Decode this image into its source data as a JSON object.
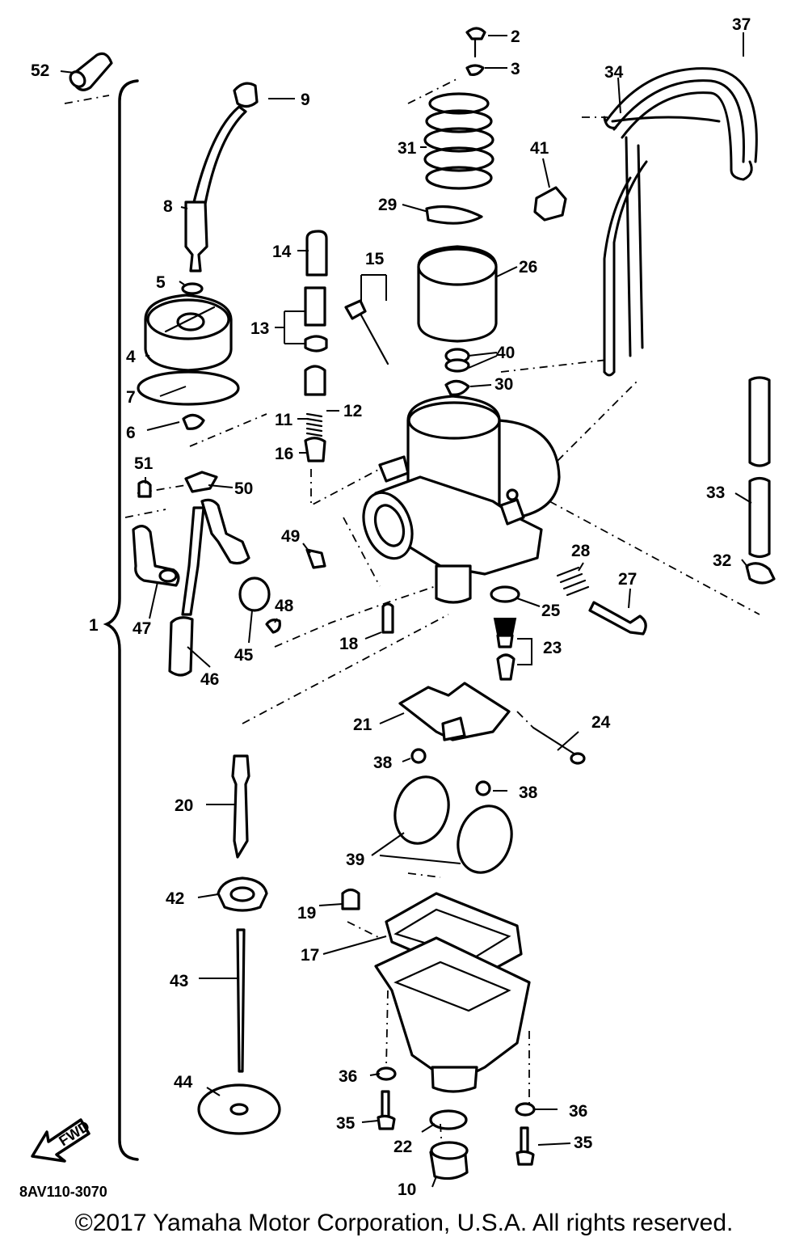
{
  "callouts": [
    {
      "id": "c1",
      "label": "1"
    },
    {
      "id": "c2",
      "label": "2"
    },
    {
      "id": "c3",
      "label": "3"
    },
    {
      "id": "c4",
      "label": "4"
    },
    {
      "id": "c5",
      "label": "5"
    },
    {
      "id": "c6",
      "label": "6"
    },
    {
      "id": "c7",
      "label": "7"
    },
    {
      "id": "c8",
      "label": "8"
    },
    {
      "id": "c9",
      "label": "9"
    },
    {
      "id": "c10",
      "label": "10"
    },
    {
      "id": "c11",
      "label": "11"
    },
    {
      "id": "c12",
      "label": "12"
    },
    {
      "id": "c13",
      "label": "13"
    },
    {
      "id": "c14",
      "label": "14"
    },
    {
      "id": "c15",
      "label": "15"
    },
    {
      "id": "c16",
      "label": "16"
    },
    {
      "id": "c17",
      "label": "17"
    },
    {
      "id": "c18",
      "label": "18"
    },
    {
      "id": "c19",
      "label": "19"
    },
    {
      "id": "c20",
      "label": "20"
    },
    {
      "id": "c21",
      "label": "21"
    },
    {
      "id": "c22",
      "label": "22"
    },
    {
      "id": "c23",
      "label": "23"
    },
    {
      "id": "c24",
      "label": "24"
    },
    {
      "id": "c25",
      "label": "25"
    },
    {
      "id": "c26",
      "label": "26"
    },
    {
      "id": "c27",
      "label": "27"
    },
    {
      "id": "c28",
      "label": "28"
    },
    {
      "id": "c29",
      "label": "29"
    },
    {
      "id": "c30",
      "label": "30"
    },
    {
      "id": "c31",
      "label": "31"
    },
    {
      "id": "c32",
      "label": "32"
    },
    {
      "id": "c33",
      "label": "33"
    },
    {
      "id": "c34",
      "label": "34"
    },
    {
      "id": "c35a",
      "label": "35"
    },
    {
      "id": "c35b",
      "label": "35"
    },
    {
      "id": "c36a",
      "label": "36"
    },
    {
      "id": "c36b",
      "label": "36"
    },
    {
      "id": "c37",
      "label": "37"
    },
    {
      "id": "c38a",
      "label": "38"
    },
    {
      "id": "c38b",
      "label": "38"
    },
    {
      "id": "c39",
      "label": "39"
    },
    {
      "id": "c40",
      "label": "40"
    },
    {
      "id": "c41",
      "label": "41"
    },
    {
      "id": "c42",
      "label": "42"
    },
    {
      "id": "c43",
      "label": "43"
    },
    {
      "id": "c44",
      "label": "44"
    },
    {
      "id": "c45",
      "label": "45"
    },
    {
      "id": "c46",
      "label": "46"
    },
    {
      "id": "c47",
      "label": "47"
    },
    {
      "id": "c48",
      "label": "48"
    },
    {
      "id": "c49",
      "label": "49"
    },
    {
      "id": "c50",
      "label": "50"
    },
    {
      "id": "c51",
      "label": "51"
    },
    {
      "id": "c52",
      "label": "52"
    }
  ],
  "fwd_arrow_label": "FWD",
  "diagram_code": "8AV110-3070",
  "copyright": "©2017 Yamaha Motor Corporation, U.S.A. All rights reserved."
}
